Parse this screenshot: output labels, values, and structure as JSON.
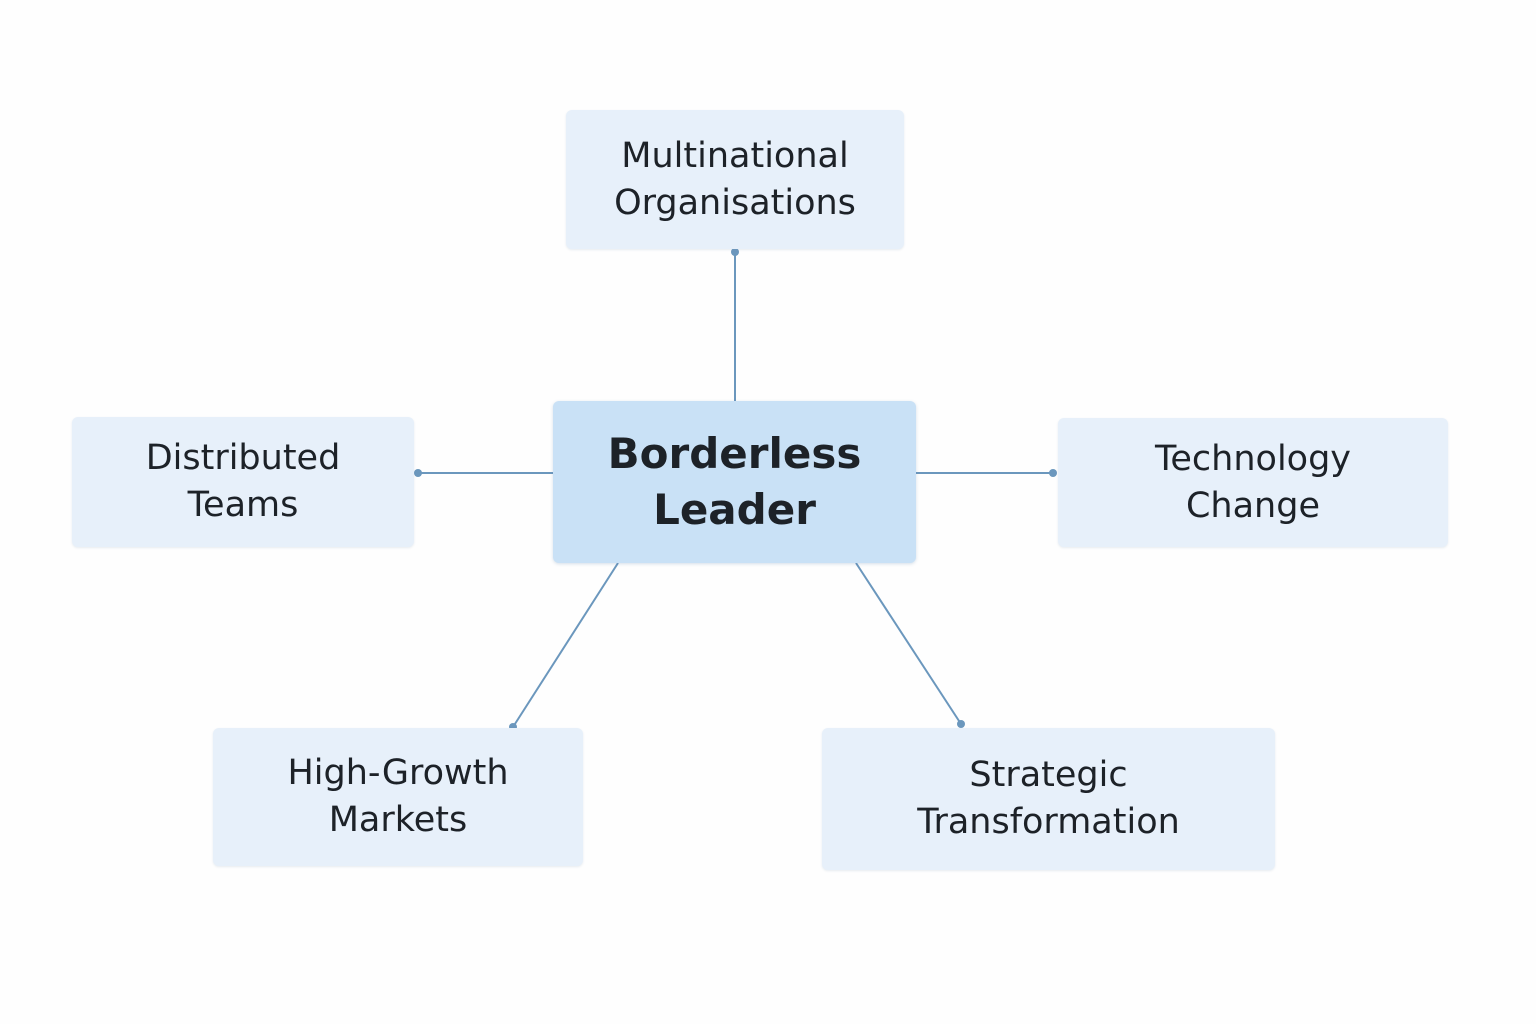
{
  "diagram": {
    "center": {
      "lines": [
        "Borderless",
        "Leader"
      ]
    },
    "nodes": {
      "top": {
        "lines": [
          "Multinational",
          "Organisations"
        ]
      },
      "left": {
        "lines": [
          "Distributed",
          "Teams"
        ]
      },
      "right": {
        "lines": [
          "Technology",
          "Change"
        ]
      },
      "bottom_left": {
        "lines": [
          "High-Growth",
          "Markets"
        ]
      },
      "bottom_right": {
        "lines": [
          "Strategic",
          "Transformation"
        ]
      }
    },
    "colors": {
      "connector": "#6b97bd",
      "center_fill": "#c9e1f6",
      "node_fill": "#e7f0fa",
      "text": "#1d2228"
    }
  }
}
